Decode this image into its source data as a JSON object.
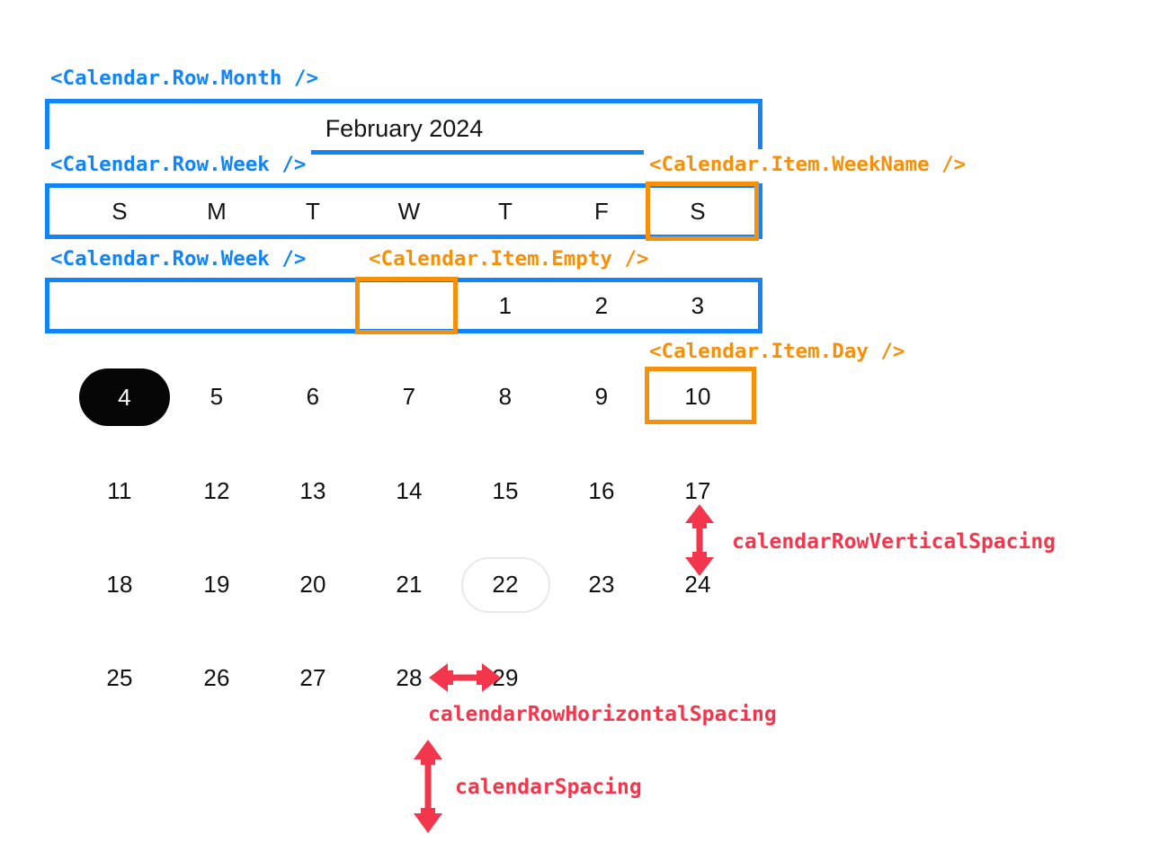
{
  "calendar": {
    "month_title": "February 2024",
    "week_names": [
      "S",
      "M",
      "T",
      "W",
      "T",
      "F",
      "S"
    ],
    "weeks": [
      [
        "",
        "",
        "",
        "",
        "1",
        "2",
        "3"
      ],
      [
        "4",
        "5",
        "6",
        "7",
        "8",
        "9",
        "10"
      ],
      [
        "11",
        "12",
        "13",
        "14",
        "15",
        "16",
        "17"
      ],
      [
        "18",
        "19",
        "20",
        "21",
        "22",
        "23",
        "24"
      ],
      [
        "25",
        "26",
        "27",
        "28",
        "29",
        "",
        ""
      ]
    ],
    "selected_day": "4",
    "today_day": "22"
  },
  "annotations": {
    "row_month": "<Calendar.Row.Month />",
    "row_week_1": "<Calendar.Row.Week />",
    "row_week_2": "<Calendar.Row.Week />",
    "item_week_name": "<Calendar.Item.WeekName />",
    "item_empty": "<Calendar.Item.Empty />",
    "item_day": "<Calendar.Item.Day />",
    "row_vertical_spacing": "calendarRowVerticalSpacing",
    "row_horizontal_spacing": "calendarRowHorizontalSpacing",
    "calendar_spacing": "calendarSpacing"
  },
  "colors": {
    "annotation_blue": "#1184f7",
    "annotation_orange": "#f79009",
    "annotation_red": "#f4364c",
    "selected_day_bg": "#060606",
    "today_ring": "#e9e9ea",
    "text": "#111111",
    "background": "#ffffff"
  }
}
